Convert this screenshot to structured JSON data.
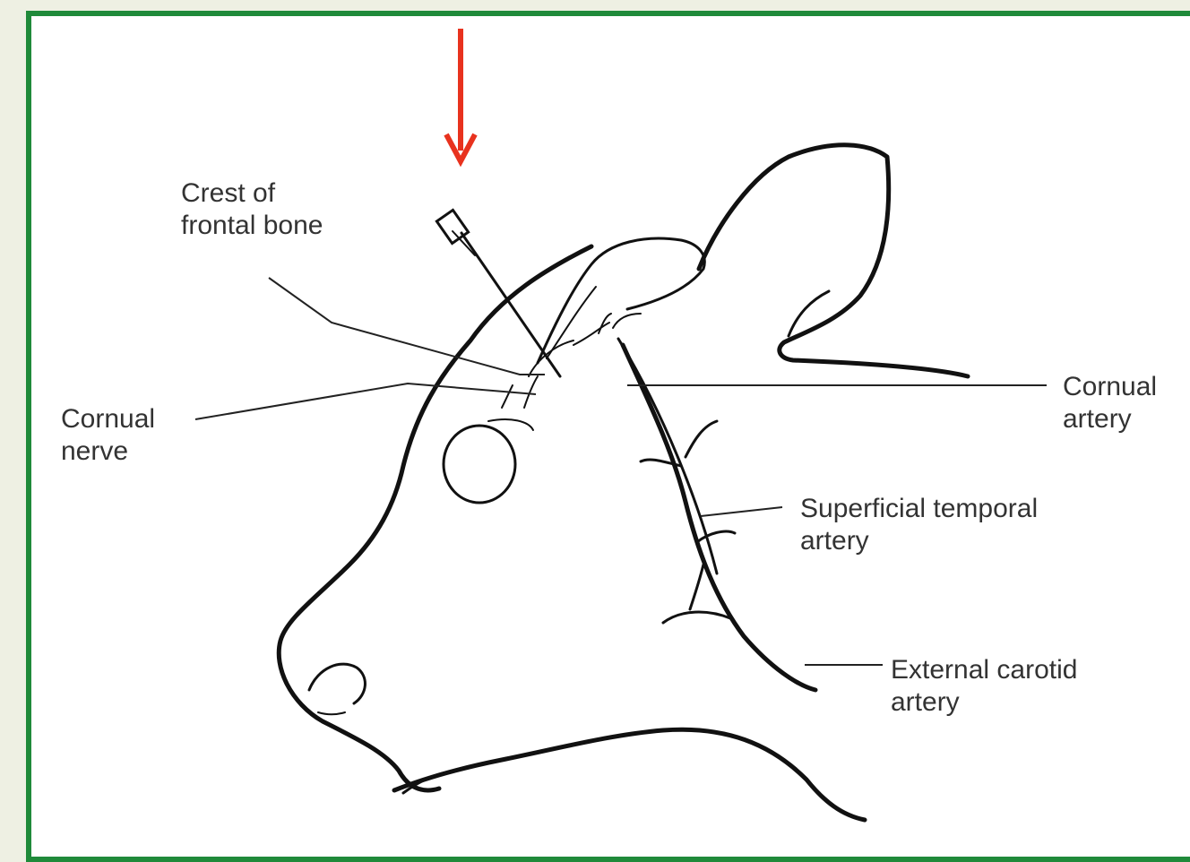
{
  "labels": {
    "crest_of_frontal_bone": {
      "line1": "Crest of",
      "line2": "frontal bone"
    },
    "cornual_nerve": {
      "line1": "Cornual",
      "line2": "nerve"
    },
    "cornual_artery": {
      "line1": "Cornual",
      "line2": "artery"
    },
    "superficial_temporal_artery": {
      "line1": "Superficial temporal",
      "line2": "artery"
    },
    "external_carotid_artery": {
      "line1": "External carotid",
      "line2": "artery"
    }
  },
  "colors": {
    "frame_border": "#1f8a3a",
    "background": "#eef0e3",
    "pointer_arrow": "#e8321e"
  }
}
